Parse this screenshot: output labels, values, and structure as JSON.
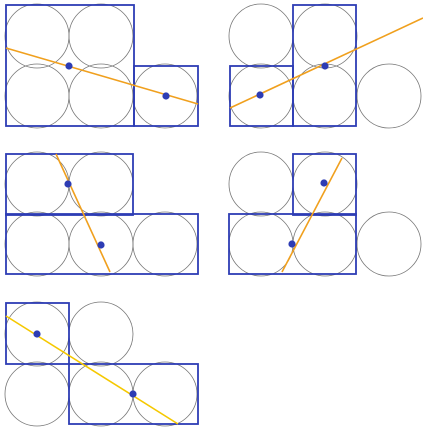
{
  "colors": {
    "background": "#ffffff",
    "circle_stroke": "#777777",
    "frame_stroke": "#2d3cb4",
    "line_orange": "#f0a01e",
    "line_yellow": "#f5c800",
    "point_fill": "#2d3cb4"
  },
  "panels": [
    {
      "id": "panel-1",
      "line_color_key": "line_orange"
    },
    {
      "id": "panel-2",
      "line_color_key": "line_orange"
    },
    {
      "id": "panel-3",
      "line_color_key": "line_orange"
    },
    {
      "id": "panel-4",
      "line_color_key": "line_orange"
    },
    {
      "id": "panel-5",
      "line_color_key": "line_yellow"
    }
  ]
}
